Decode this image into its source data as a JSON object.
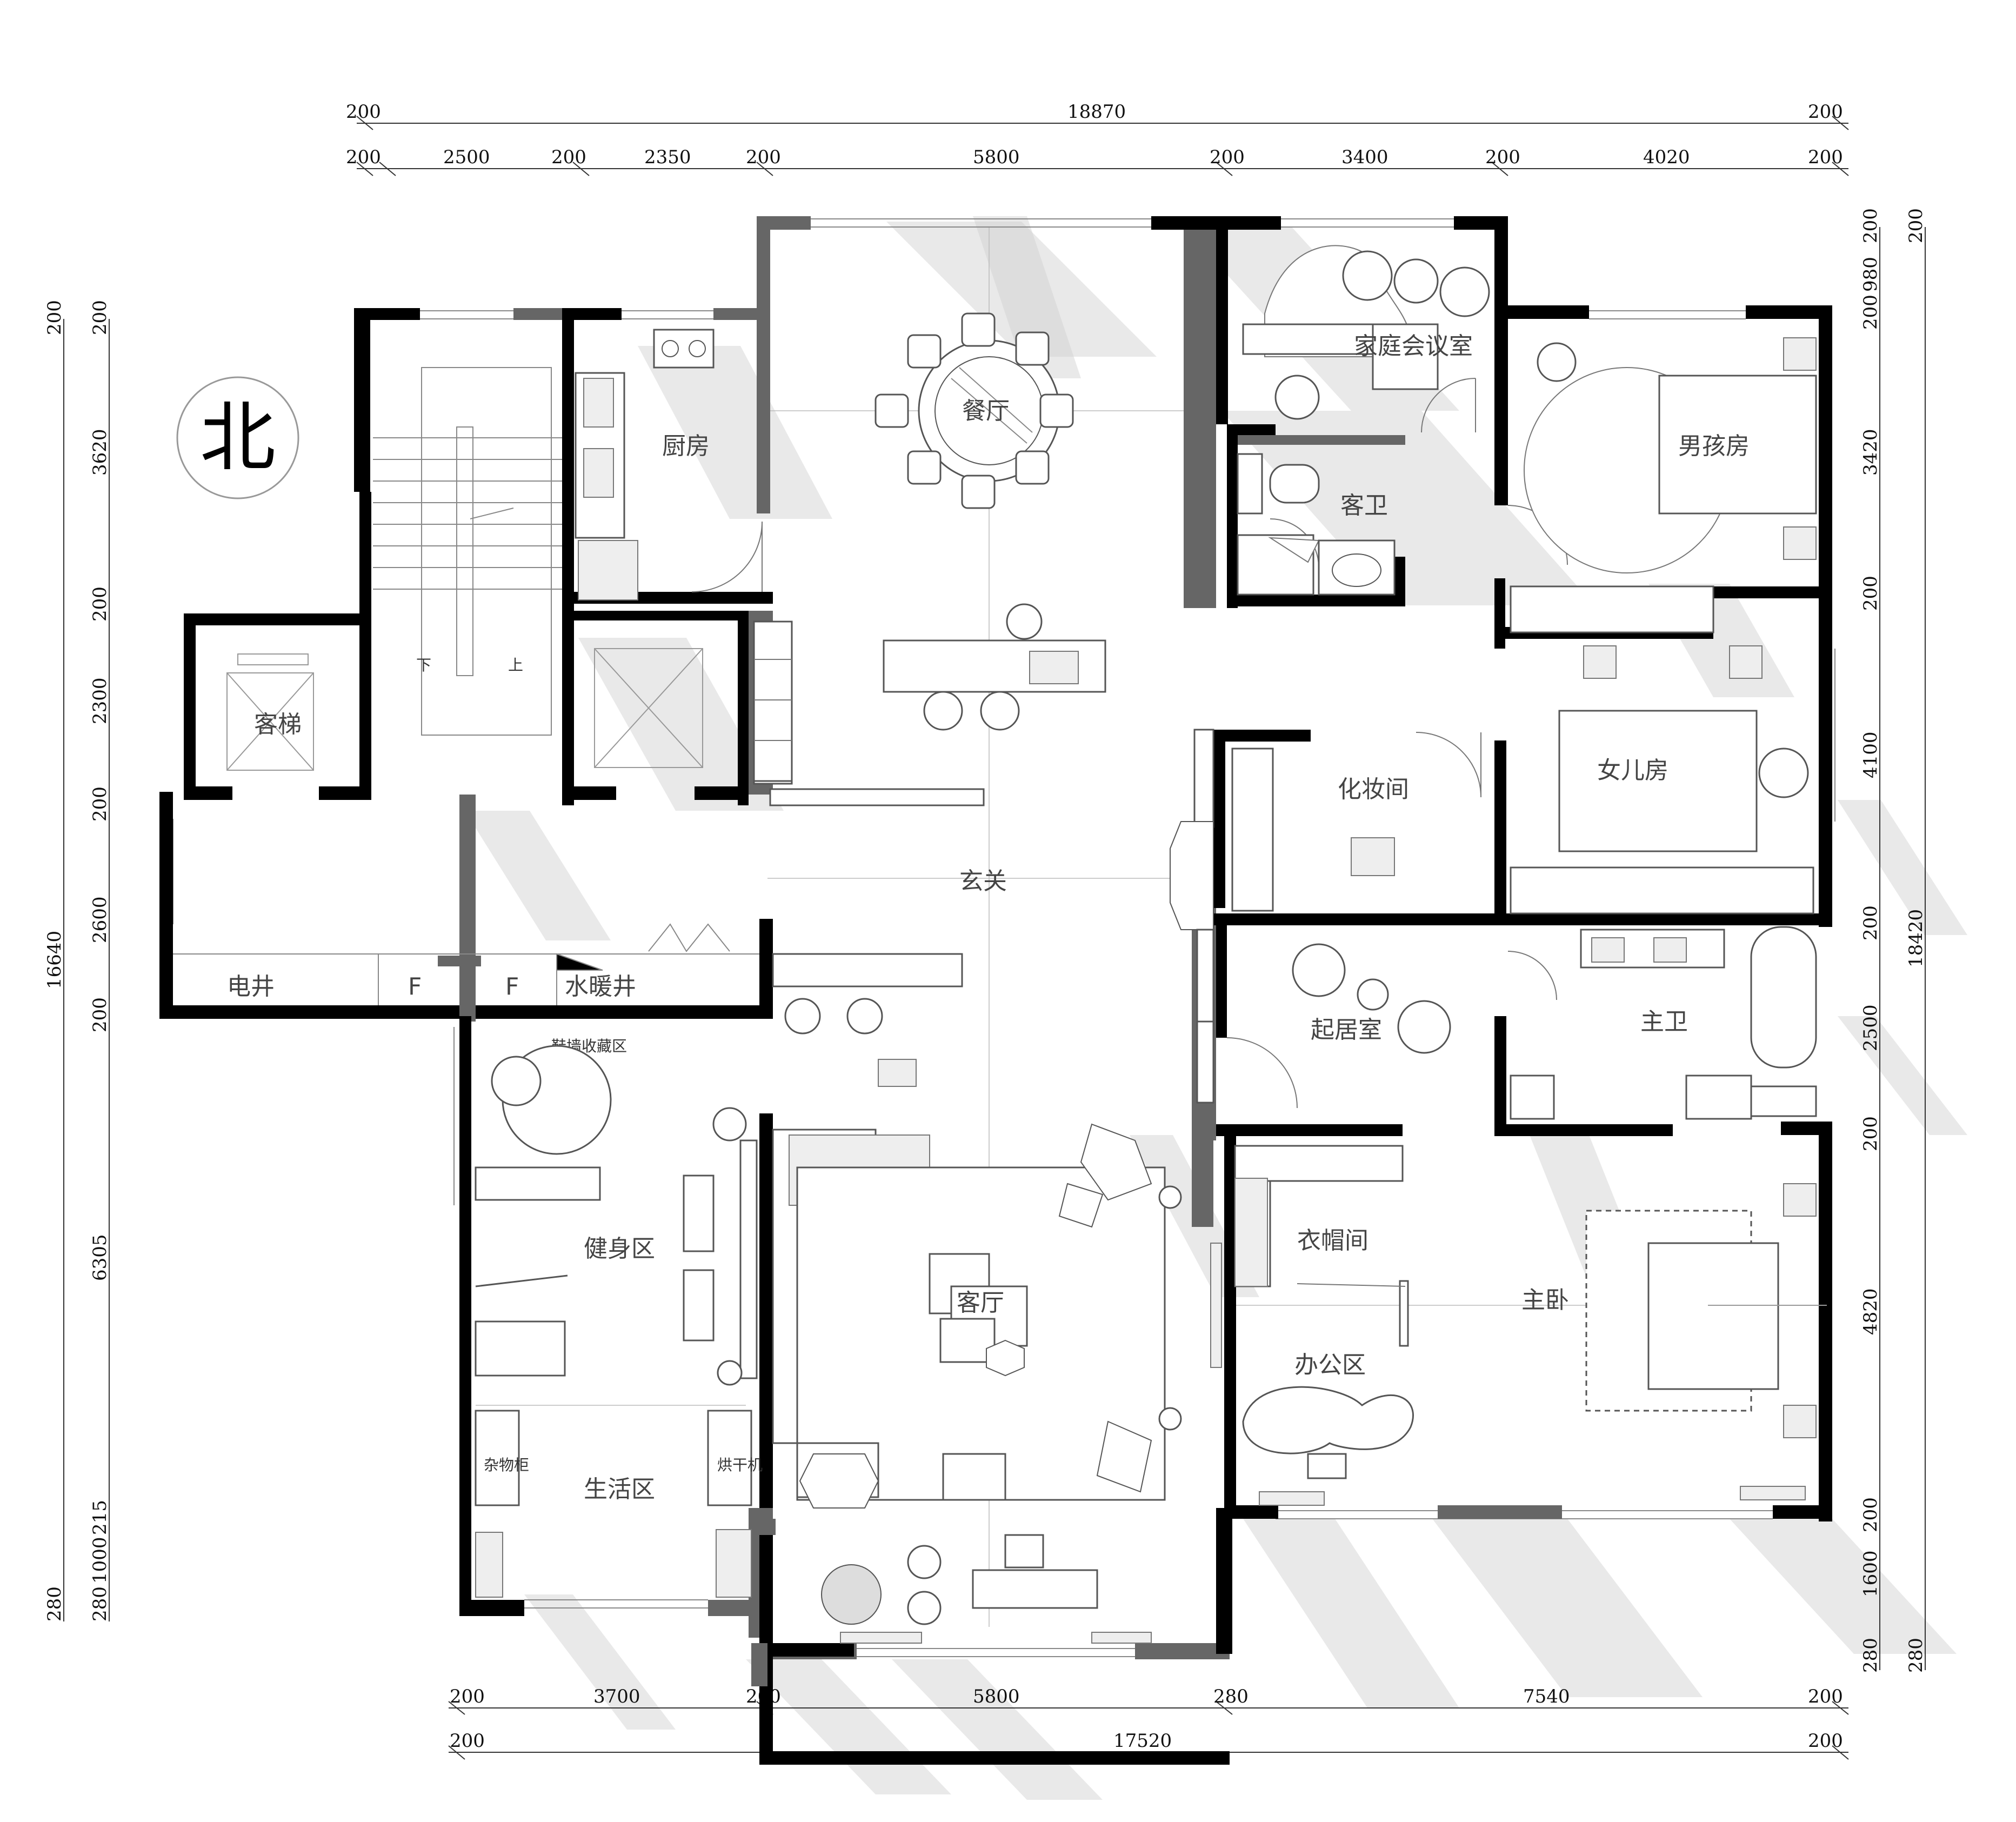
{
  "compass": {
    "label": "北"
  },
  "dimensions": {
    "top_total": {
      "ends": [
        "200",
        "200"
      ],
      "value": "18870"
    },
    "top_segments": [
      "200",
      "2500",
      "200",
      "2350",
      "200",
      "5800",
      "200",
      "3400",
      "200",
      "4020",
      "200"
    ],
    "bottom_segments": [
      "200",
      "3700",
      "200",
      "5800",
      "280",
      "7540",
      "200"
    ],
    "bottom_total": {
      "ends": [
        "200",
        "200"
      ],
      "value": "17520"
    },
    "left_total": {
      "ends": [
        "200",
        "280"
      ],
      "value": "16640"
    },
    "left_segments": [
      "200",
      "3620",
      "200",
      "2300",
      "200",
      "2600",
      "200",
      "6305",
      "215",
      "1000",
      "280"
    ],
    "right_segments": [
      "200",
      "980",
      "200",
      "3420",
      "200",
      "4100",
      "200",
      "2500",
      "200",
      "4820",
      "200",
      "1600",
      "280"
    ],
    "right_total": {
      "ends": [
        "200",
        "280"
      ],
      "value": "18420"
    }
  },
  "rooms": {
    "dining": "餐厅",
    "kitchen": "厨房",
    "family_meeting": "家庭会议室",
    "boys_room": "男孩房",
    "guest_bath": "客卫",
    "guest_elevator": "客梯",
    "stair_down": "下",
    "stair_up": "上",
    "daughters_room": "女儿房",
    "makeup_room": "化妆间",
    "foyer": "玄关",
    "electric_shaft": "电井",
    "shaft_f1": "F",
    "shaft_f2": "F",
    "water_heating_shaft": "水暖井",
    "shoe_wall": "鞋墙收藏区",
    "sitting_room": "起居室",
    "master_bath": "主卫",
    "walk_in_closet": "衣帽间",
    "fitness": "健身区",
    "living_room": "客厅",
    "master_bedroom": "主卧",
    "office": "办公区",
    "storage_cabinet": "杂物柜",
    "dryer": "烘干机",
    "living_area": "生活区"
  }
}
